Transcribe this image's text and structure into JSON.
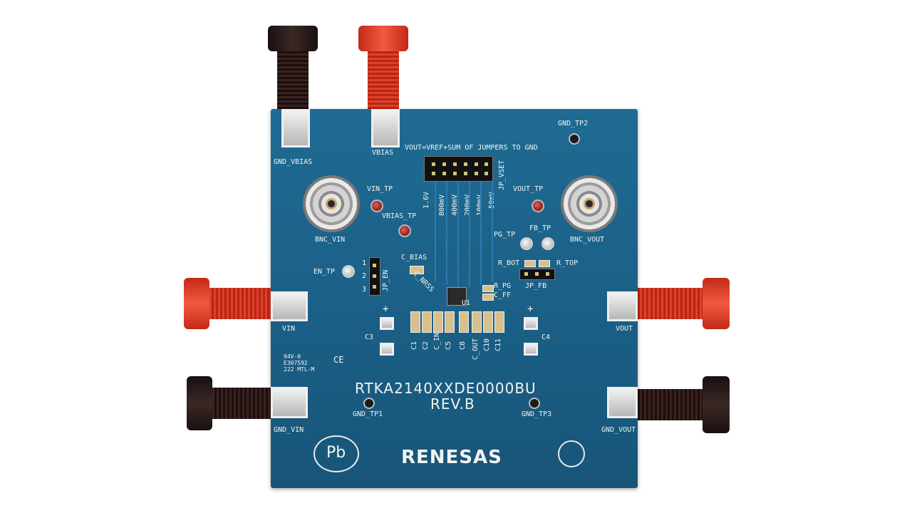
{
  "board": {
    "part_number": "RTKA2140XXDE0000BU",
    "revision": "REV.B",
    "brand": "RENESAS",
    "note": "VOUT=VREF+SUM OF JUMPERS TO GND",
    "ul_mark": [
      "94V-0",
      "E307592",
      "222 MTL-M"
    ],
    "ce_mark": "CE",
    "pb_mark": "Pb"
  },
  "labels": {
    "gnd_vbias": "GND_VBIAS",
    "vbias": "VBIAS",
    "gnd_tp2": "GND_TP2",
    "jp_vset": "JP_VSET",
    "vin_tp": "VIN_TP",
    "vbias_tp": "VBIAS_TP",
    "vout_tp": "VOUT_TP",
    "bnc_vin": "BNC_VIN",
    "bnc_vout": "BNC_VOUT",
    "pg_tp": "PG_TP",
    "fb_tp": "FB_TP",
    "c_bias": "C_BIAS",
    "en_tp": "EN_TP",
    "jp_en": "JP_EN",
    "jp_en_pins": [
      "1",
      "2",
      "3"
    ],
    "r_bot": "R_BOT",
    "r_top": "R_TOP",
    "jp_fb": "JP_FB",
    "c_nrss": "C_NRSS",
    "r_pg": "R_PG",
    "c_ff": "C_FF",
    "u1": "U1",
    "vin": "VIN",
    "vout": "VOUT",
    "c3": "C3",
    "c4": "C4",
    "plus": "+",
    "gnd_tp1": "GND_TP1",
    "gnd_tp3": "GND_TP3",
    "gnd_vin": "GND_VIN",
    "gnd_vout": "GND_VOUT"
  },
  "vset_jumpers": [
    "1.6V",
    "800mV",
    "400mV",
    "200mV",
    "100mV",
    "50mV"
  ],
  "caps_row": [
    "C1",
    "C2",
    "C_IN",
    "C5",
    "C8",
    "C_OUT",
    "C10",
    "C11"
  ],
  "colors": {
    "board": "#1b5f86",
    "silkscreen": "#f2f4f2",
    "red_post": "#e0402a",
    "black_post": "#2a1716"
  }
}
